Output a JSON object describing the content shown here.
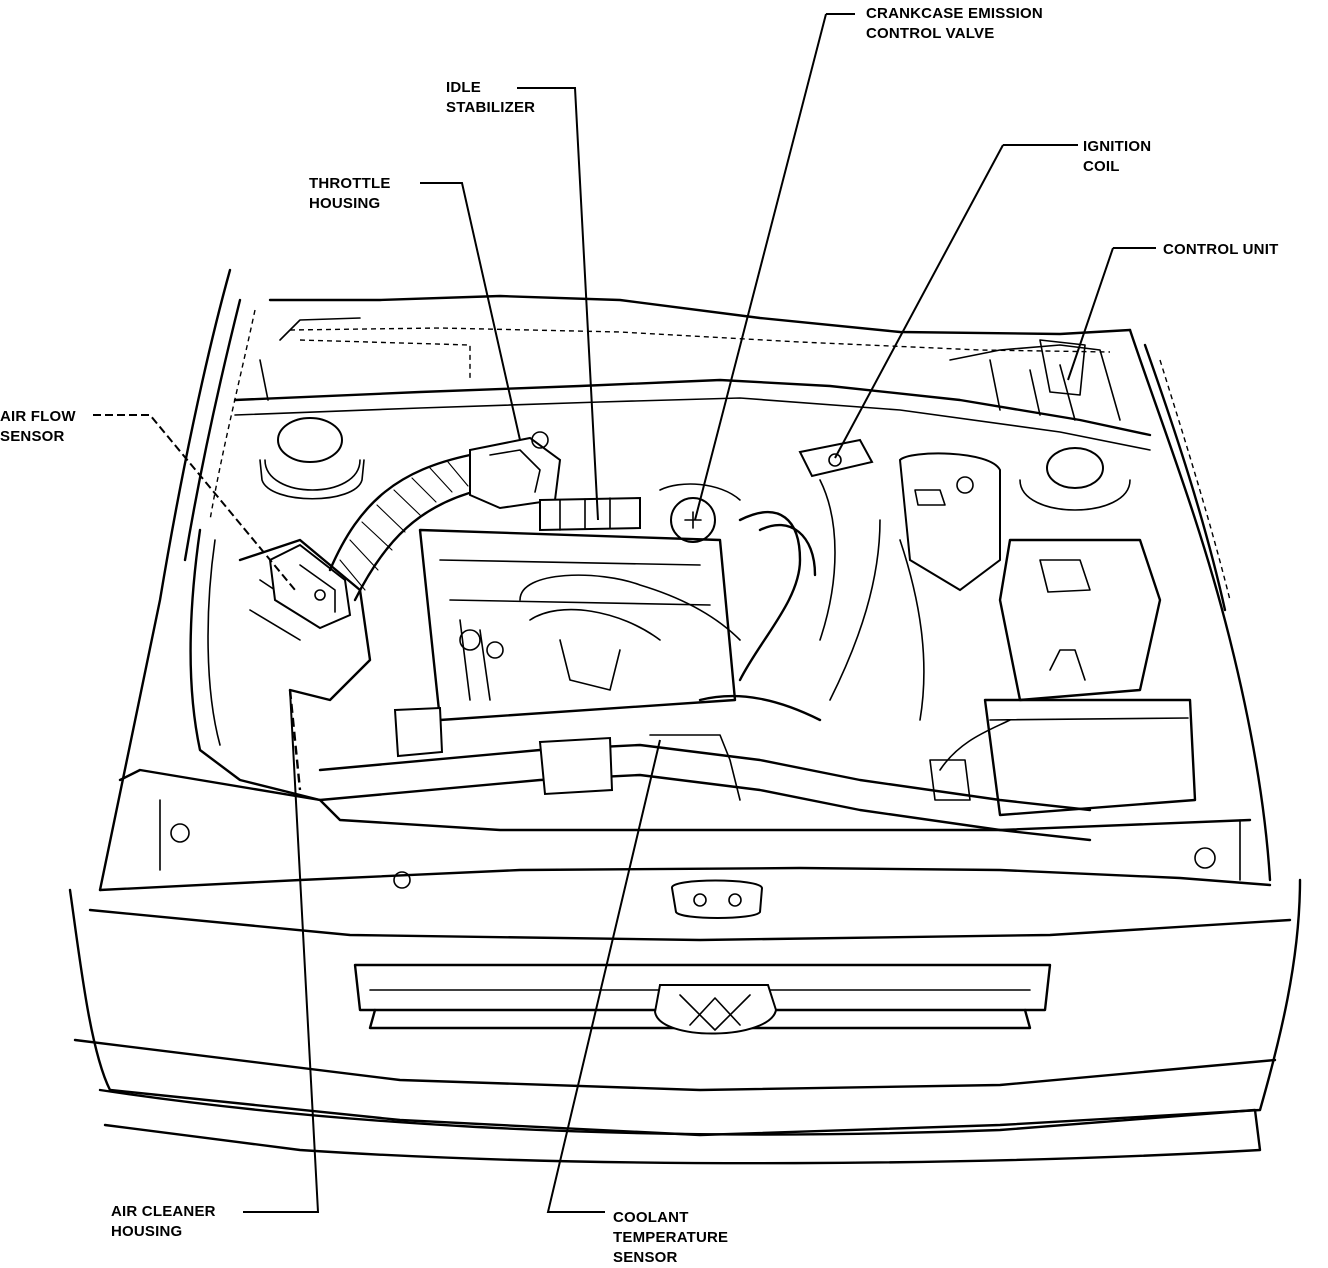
{
  "labels": {
    "crankcase": [
      "CRANKCASE EMISSION",
      "CONTROL VALVE"
    ],
    "idle": [
      "IDLE",
      "STABILIZER"
    ],
    "ignition": [
      "IGNITION",
      "COIL"
    ],
    "throttle": [
      "THROTTLE",
      "HOUSING"
    ],
    "control_unit": [
      "CONTROL UNIT"
    ],
    "air_flow": [
      "AIR FLOW",
      "SENSOR"
    ],
    "air_cleaner": [
      "AIR CLEANER",
      "HOUSING"
    ],
    "coolant": [
      "COOLANT",
      "TEMPERATURE",
      "SENSOR"
    ]
  },
  "colors": {
    "ink": "#000000",
    "paper": "#ffffff"
  }
}
